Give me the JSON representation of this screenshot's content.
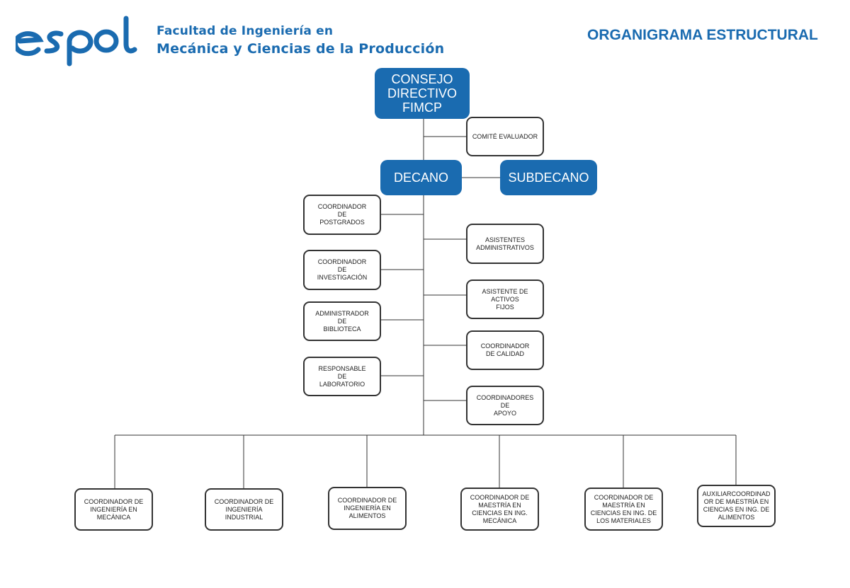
{
  "header": {
    "logo_text": "espol",
    "faculty_line1": "Facultad de Ingeniería en",
    "faculty_line2": "Mecánica y Ciencias de la Producción",
    "title": "ORGANIGRAMA ESTRUCTURAL"
  },
  "colors": {
    "brand": "#1a6bb0",
    "line": "#333333"
  },
  "nodes": {
    "consejo": "CONSEJO\nDIRECTIVO\nFIMCP",
    "comite": "COMITÉ EVALUADOR",
    "decano": "DECANO",
    "subdecano": "SUBDECANO",
    "postgrados": "COORDINADOR\nDE\nPOSTGRADOS",
    "investigacion": "COORDINADOR\nDE\nINVESTIGACIÓN",
    "biblioteca": "ADMINISTRADOR\nDE\nBIBLIOTECA",
    "laboratorio": "RESPONSABLE\nDE\nLABORATORIO",
    "asistentes": "ASISTENTES\nADMINISTRATIVOS",
    "activos": "ASISTENTE DE\nACTIVOS\nFIJOS",
    "calidad": "COORDINADOR\nDE CALIDAD",
    "apoyo": "COORDINADORES DE\nAPOYO",
    "ing_mecanica": "COORDINADOR DE\nINGENIERÍA EN\nMECÁNICA",
    "ing_industrial": "COORDINADOR DE\nINGENIERÍA\nINDUSTRIAL",
    "ing_alimentos": "COORDINADOR DE\nINGENIERÍA EN\nALIMENTOS",
    "mae_mecanica": "COORDINADOR DE\nMAESTRÍA EN\nCIENCIAS EN ING.\nMECÁNICA",
    "mae_materiales": "COORDINADOR DE\nMAESTRÍA EN\nCIENCIAS EN ING. DE\nLOS MATERIALES",
    "mae_alimentos": "AUXILIARCOORDINAD\nOR DE MAESTRÍA EN\nCIENCIAS EN ING. DE\nALIMENTOS"
  }
}
